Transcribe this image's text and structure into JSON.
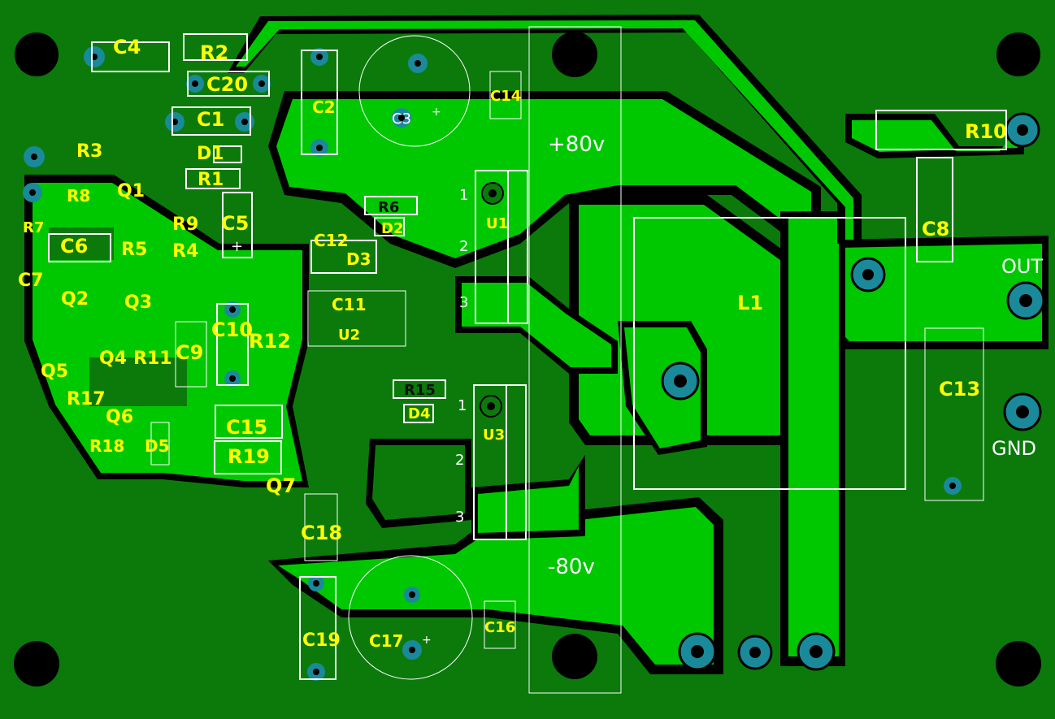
{
  "colors": {
    "board": "#0b7a0b",
    "copper": "#00c800",
    "gap": "#000000",
    "pad": "#1a8a9a",
    "silk_yellow": "#ffff00",
    "silk_white": "#ffffff",
    "hole": "#000000"
  },
  "labels": {
    "C4": "C4",
    "R2": "R2",
    "C20": "C20",
    "C1": "C1",
    "D1": "D1",
    "R1": "R1",
    "R3": "R3",
    "Q1": "Q1",
    "R8": "R8",
    "R7": "R7",
    "C6": "C6",
    "R5": "R5",
    "R9": "R9",
    "R4": "R4",
    "C5": "C5",
    "C7": "C7",
    "Q2": "Q2",
    "Q3": "Q3",
    "C2": "C2",
    "C3": "C3",
    "C14": "C14",
    "R6": "R6",
    "D2": "D2",
    "C12": "C12",
    "D3": "D3",
    "C11": "C11",
    "U2": "U2",
    "U1": "U1",
    "C10": "C10",
    "R12": "R12",
    "C9": "C9",
    "Q4": "Q4",
    "R11": "R11",
    "Q5": "Q5",
    "R17": "R17",
    "Q6": "Q6",
    "R18": "R18",
    "D5": "D5",
    "C15": "C15",
    "R19": "R19",
    "Q7": "Q7",
    "C18": "C18",
    "R15": "R15",
    "D4": "D4",
    "U3": "U3",
    "C19": "C19",
    "C17": "C17",
    "C16": "C16",
    "L1": "L1",
    "R10": "R10",
    "C8": "C8",
    "C13": "C13"
  },
  "net_labels": {
    "plus80": "+80v",
    "minus80": "-80v",
    "out": "OUT",
    "gnd": "GND"
  },
  "pins": {
    "u1_1": "1",
    "u1_2": "2",
    "u1_3": "3",
    "u3_1": "1",
    "u3_2": "2",
    "u3_3": "3",
    "plus": "+"
  }
}
